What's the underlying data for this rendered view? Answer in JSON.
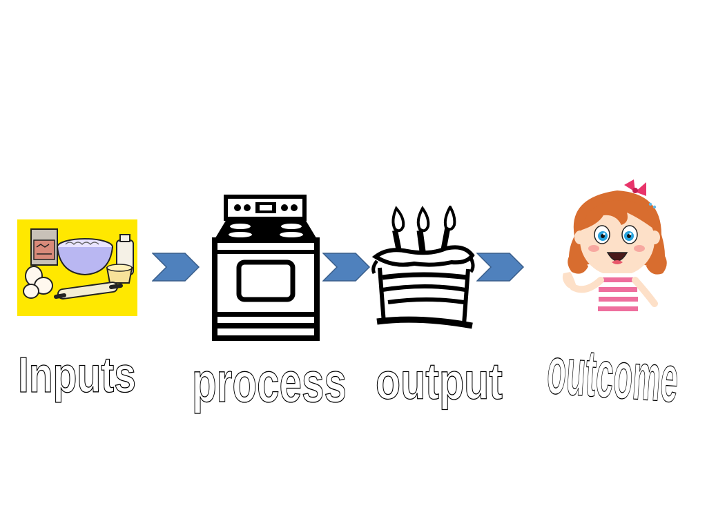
{
  "stages": [
    {
      "label": "Inputs",
      "icon": "baking-ingredients-icon"
    },
    {
      "label": "process",
      "icon": "oven-icon"
    },
    {
      "label": "output",
      "icon": "birthday-cake-icon"
    },
    {
      "label": "outcome",
      "icon": "happy-girl-icon"
    }
  ],
  "colors": {
    "arrow_fill": "#4f81bd",
    "arrow_stroke": "#385d8a",
    "ingredients_background": "#ffe800",
    "label_fill": "#ffffff",
    "label_outline": "#000000"
  }
}
